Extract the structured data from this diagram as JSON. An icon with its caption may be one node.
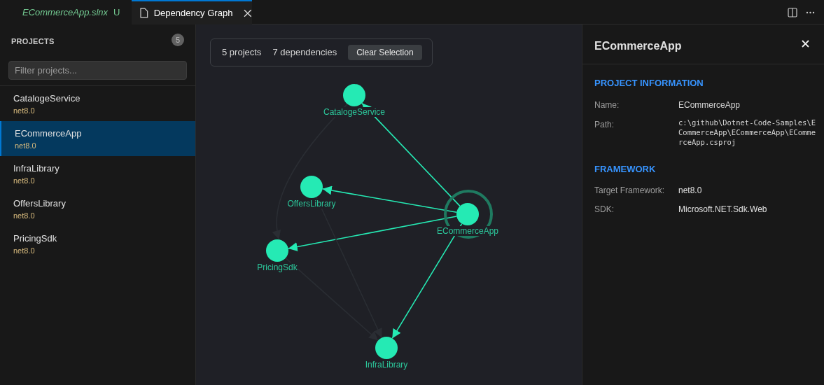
{
  "diagram": {
    "nodes": [
      {
        "text": [
          "CatalogeService"
        ]
      },
      {
        "text": [
          "OffersLibrary"
        ]
      },
      {
        "text": [
          "ECommerceApp"
        ]
      },
      {
        "text": [
          "PricingSdk"
        ]
      },
      {
        "text": [
          "InfraLibrary"
        ]
      }
    ],
    "edges": [
      {
        "from": 2,
        "to": 0,
        "arrow": "to"
      },
      {
        "from": 2,
        "to": 1,
        "arrow": "to"
      },
      {
        "from": 2,
        "to": 3,
        "arrow": "to"
      },
      {
        "from": 2,
        "to": 4,
        "arrow": "to"
      },
      {
        "from": 0,
        "to": 3,
        "arrow": "to",
        "color": "#2a2d33"
      },
      {
        "from": 1,
        "to": 4,
        "arrow": "to",
        "color": "#2a2d33"
      },
      {
        "from": 3,
        "to": 4,
        "arrow": "to",
        "color": "#2a2d33"
      }
    ],
    "labels": [
      "ECommerceApp.slnx",
      "U",
      "Dependency Graph",
      "PROJECTS",
      "5",
      "Filter projects...",
      "CatalogeService",
      "net8.0",
      "ECommerceApp",
      "net8.0",
      "InfraLibrary",
      "net8.0",
      "OffersLibrary",
      "net8.0",
      "PricingSdk",
      "net8.0",
      "5 projects",
      "7 dependencies",
      "Clear Selection",
      "ECommerceApp",
      "PROJECT INFORMATION",
      "Name:",
      "ECommerceApp",
      "Path:",
      "c:\\github\\Dotnet-Code-Samples\\ECommerceApp\\ECommerceApp\\ECommerceApp.csproj",
      "FRAMEWORK",
      "Target Framework:",
      "net8.0",
      "SDK:",
      "Microsoft.NET.Sdk.Web"
    ]
  }
}
